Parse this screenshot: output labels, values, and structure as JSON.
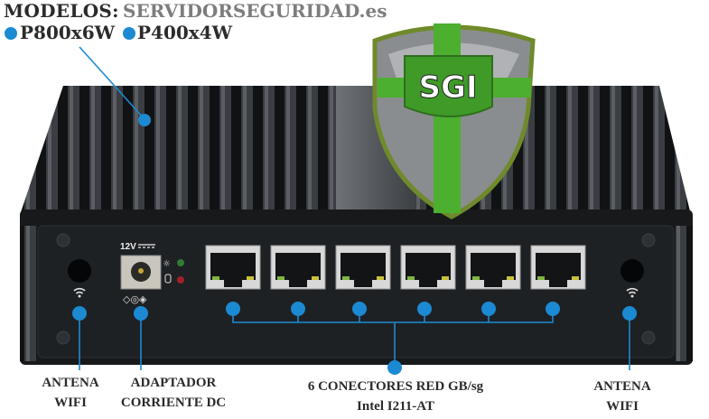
{
  "header": {
    "models_label": "MODELOS:",
    "site": "SERVIDORSEGURIDAD.es",
    "models": [
      "P800x6W",
      "P400x4W"
    ]
  },
  "device": {
    "power_label": "12V",
    "logo_text": "SGI",
    "ports_count": 6
  },
  "labels": {
    "antenna_left": {
      "line1": "ANTENA",
      "line2": "WIFI"
    },
    "dc": {
      "line1": "ADAPTADOR",
      "line2": "CORRIENTE DC"
    },
    "network": {
      "line1": "6 CONECTORES RED GB/sg",
      "line2": "Intel I211-AT"
    },
    "antenna_right": {
      "line1": "ANTENA",
      "line2": "WIFI"
    }
  },
  "colors": {
    "accent": "#1b8ad2",
    "body": "#17191b",
    "logo_green": "#4caf30"
  }
}
